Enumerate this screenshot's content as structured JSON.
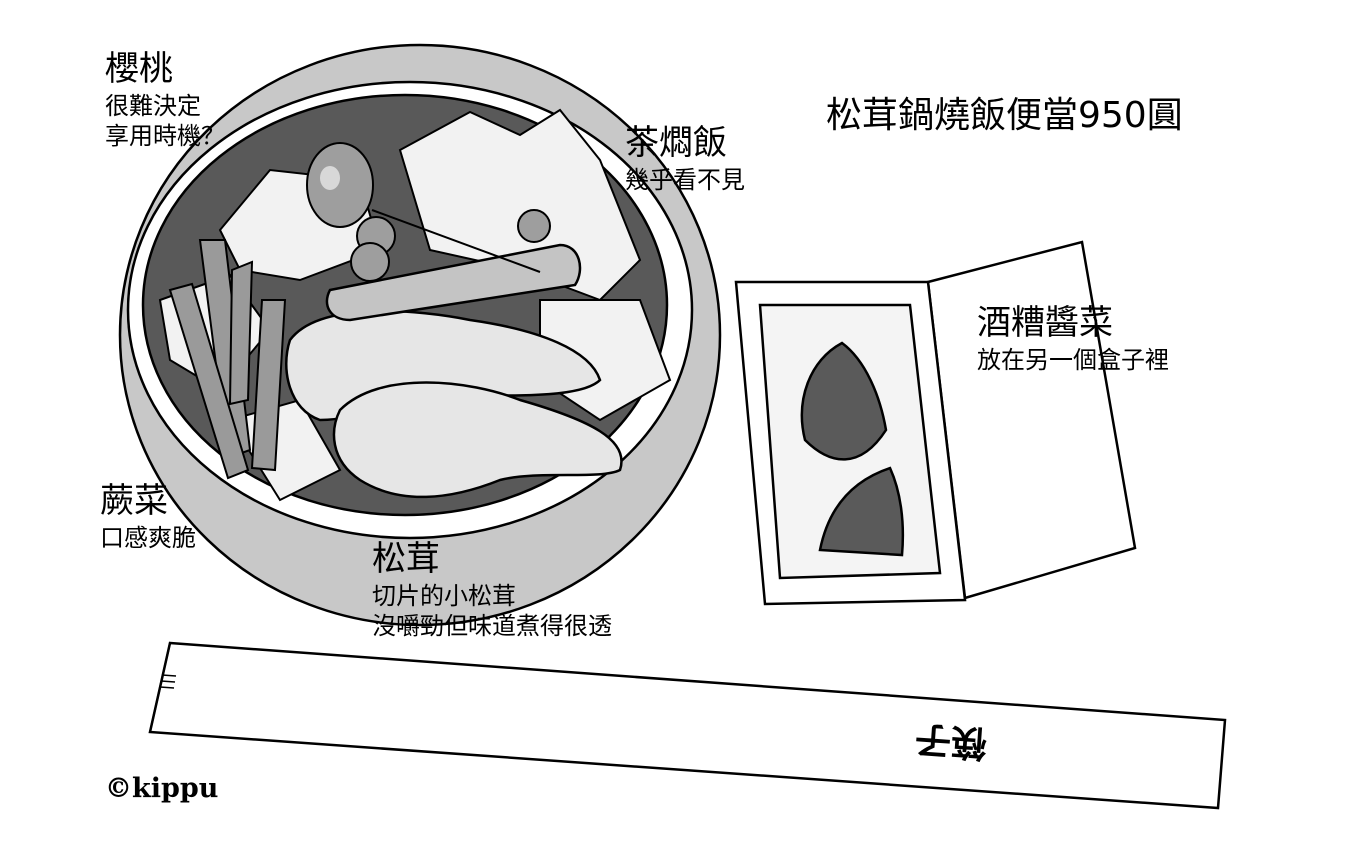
{
  "title": "松茸鍋燒飯便當950圓",
  "labels": {
    "cherry": {
      "heading": "櫻桃",
      "lines": [
        "很難決定",
        "享用時機？"
      ]
    },
    "rice": {
      "heading": "茶燜飯",
      "lines": [
        "幾乎看不見"
      ]
    },
    "pickles": {
      "heading": "酒糟醬菜",
      "lines": [
        "放在另一個盒子裡"
      ]
    },
    "fern": {
      "heading": "蕨菜",
      "lines": [
        "口感爽脆"
      ]
    },
    "matsutake": {
      "heading": "松茸",
      "lines": [
        "切片的小松茸",
        "沒嚼勁但味道煮得很透"
      ]
    }
  },
  "chopsticks_wrapper_text": "筷子",
  "copyright": "©kippu"
}
